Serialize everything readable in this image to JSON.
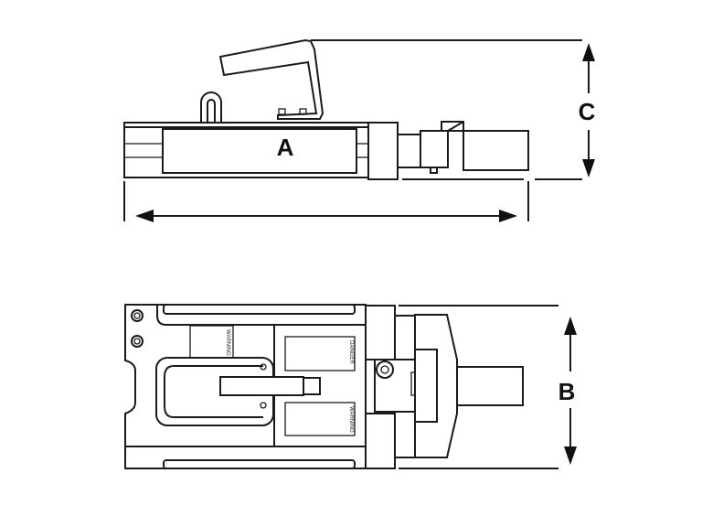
{
  "diagram": {
    "labels": {
      "length": "A",
      "width": "B",
      "height": "C"
    },
    "decals": {
      "warning_1": "WARNING",
      "danger": "DANGER",
      "warning_2": "WARNING"
    }
  }
}
